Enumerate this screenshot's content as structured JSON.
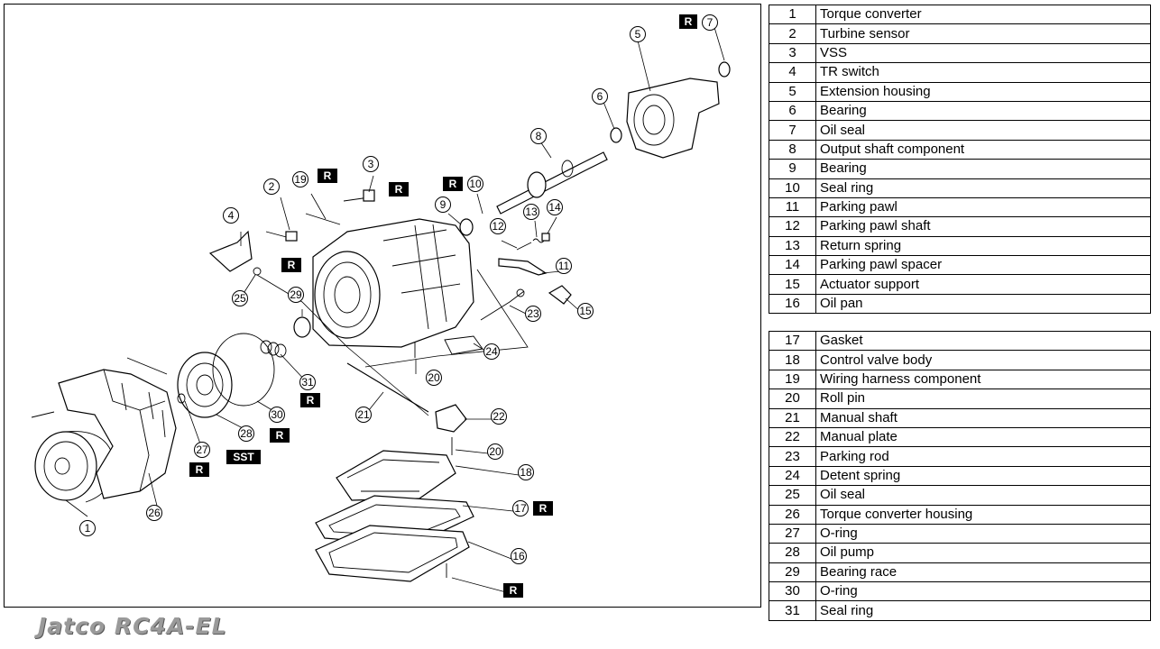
{
  "diagram": {
    "callouts": [
      "1",
      "2",
      "3",
      "4",
      "5",
      "6",
      "7",
      "8",
      "9",
      "10",
      "11",
      "12",
      "13",
      "14",
      "15",
      "16",
      "17",
      "18",
      "19",
      "20",
      "20",
      "21",
      "22",
      "23",
      "24",
      "25",
      "26",
      "27",
      "28",
      "29",
      "30",
      "31"
    ],
    "tags": [
      "R",
      "R",
      "R",
      "R",
      "R",
      "R",
      "R",
      "R",
      "R",
      "R",
      "SST"
    ]
  },
  "parts": [
    {
      "num": "1",
      "name": "Torque converter"
    },
    {
      "num": "2",
      "name": "Turbine sensor"
    },
    {
      "num": "3",
      "name": "VSS"
    },
    {
      "num": "4",
      "name": "TR switch"
    },
    {
      "num": "5",
      "name": "Extension housing"
    },
    {
      "num": "6",
      "name": "Bearing"
    },
    {
      "num": "7",
      "name": "Oil seal"
    },
    {
      "num": "8",
      "name": "Output shaft component"
    },
    {
      "num": "9",
      "name": "Bearing"
    },
    {
      "num": "10",
      "name": "Seal ring"
    },
    {
      "num": "11",
      "name": "Parking pawl"
    },
    {
      "num": "12",
      "name": "Parking pawl shaft"
    },
    {
      "num": "13",
      "name": "Return spring"
    },
    {
      "num": "14",
      "name": "Parking pawl spacer"
    },
    {
      "num": "15",
      "name": "Actuator support"
    },
    {
      "num": "16",
      "name": "Oil pan"
    },
    {
      "num": "17",
      "name": "Gasket"
    },
    {
      "num": "18",
      "name": "Control valve body"
    },
    {
      "num": "19",
      "name": "Wiring harness component"
    },
    {
      "num": "20",
      "name": "Roll pin"
    },
    {
      "num": "21",
      "name": "Manual shaft"
    },
    {
      "num": "22",
      "name": "Manual plate"
    },
    {
      "num": "23",
      "name": "Parking rod"
    },
    {
      "num": "24",
      "name": "Detent spring"
    },
    {
      "num": "25",
      "name": "Oil seal"
    },
    {
      "num": "26",
      "name": "Torque converter housing"
    },
    {
      "num": "27",
      "name": "O-ring"
    },
    {
      "num": "28",
      "name": "Oil pump"
    },
    {
      "num": "29",
      "name": "Bearing race"
    },
    {
      "num": "30",
      "name": "O-ring"
    },
    {
      "num": "31",
      "name": "Seal ring"
    }
  ],
  "footer": {
    "title": "Jatco RC4A-EL"
  }
}
